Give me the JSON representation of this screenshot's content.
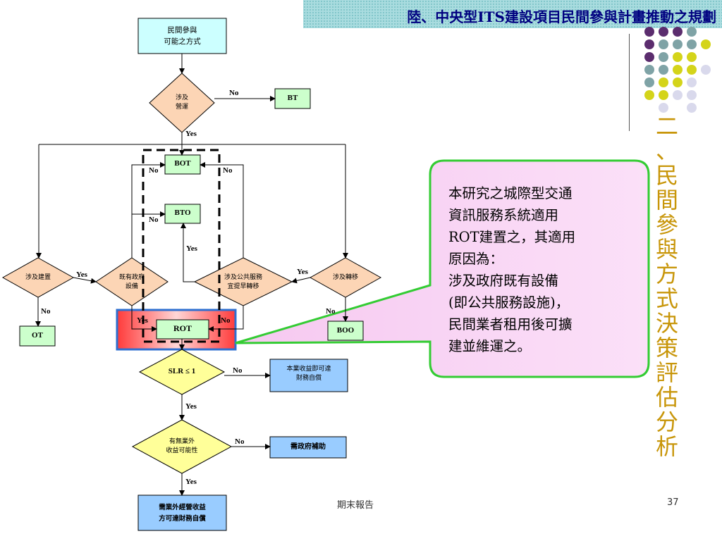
{
  "header": {
    "title": "陸、中央型ITS建設項目民間參與計畫推動之規劃"
  },
  "side_title": [
    "二",
    "、",
    "民",
    "間",
    "參",
    "與",
    "方",
    "式",
    "決",
    "策",
    "評",
    "估",
    "分",
    "析"
  ],
  "flowchart": {
    "start": [
      "民間參與",
      "可能之方式"
    ],
    "d_operation": [
      "涉及",
      "營運"
    ],
    "bt": "BT",
    "bot": "BOT",
    "bto": "BTO",
    "rot": "ROT",
    "ot": "OT",
    "boo": "BOO",
    "d_build": "涉及建置",
    "d_existing": [
      "既有政府",
      "設備"
    ],
    "d_public": [
      "涉及公共服務",
      "宜提早轉移"
    ],
    "d_transfer": "涉及轉移",
    "d_slr": "SLR ≤ 1",
    "self_finance": [
      "本業收益即可達",
      "財務自償"
    ],
    "d_extra": [
      "有無業外",
      "收益可能性"
    ],
    "gov_subsidy": "需政府補助",
    "final": [
      "需業外經營收益",
      "方可達財務自償"
    ],
    "labels": {
      "yes": "Yes",
      "no": "No"
    }
  },
  "callout": {
    "lines": [
      "本研究之城際型交通",
      "資訊服務系統適用",
      "ROT建置之，其適用",
      "原因為：",
      "涉及政府既有設備",
      "(即公共服務設施)，",
      "民間業者租用後可擴",
      "建並維運之。"
    ],
    "border_color": "#33cc33"
  },
  "footer": {
    "center": "期末報告",
    "page": "37"
  },
  "colors": {
    "decision": "#fcd5b5",
    "terminal": "#ccffcc",
    "start": "#ccffff",
    "result": "#99ccff",
    "yellow": "#ffff99",
    "rot_highlight": "#ff3333"
  }
}
